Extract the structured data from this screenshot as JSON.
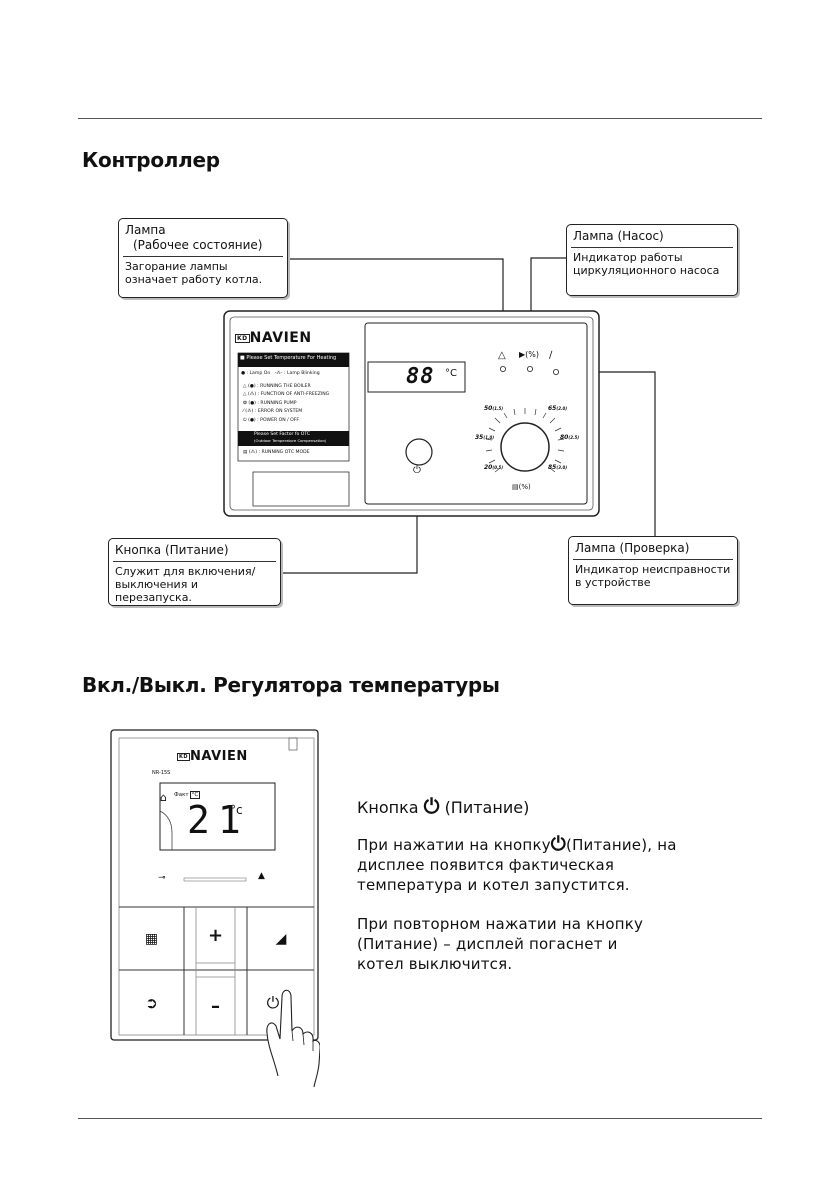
{
  "section1": {
    "heading": "Контроллер"
  },
  "callouts": {
    "lamp_status": {
      "title_line1": "Лампа",
      "title_line2": "(Рабочее состояние)",
      "desc": "Загорание лампы означает работу котла."
    },
    "lamp_pump": {
      "title": "Лампа (Насос)",
      "desc": "Индикатор работы циркуляционного насоса"
    },
    "button_power": {
      "title": "Кнопка (Питание)",
      "desc": "Служит для включения/ выключения и перезапуска."
    },
    "lamp_check": {
      "title": "Лампа (Проверка)",
      "desc": "Индикатор неисправности в устройстве"
    }
  },
  "controller": {
    "brand_badge": "KD",
    "brand": "NAVIEN",
    "panel_header": "Please Set Temperature For Heating",
    "legend_on": "● : Lamp On",
    "legend_blink": "-⁂- : Lamp Blinking",
    "legend_items": [
      "(●) : RUNNING THE BOILER",
      "(⁂) : FUNCTION OF ANTI-FREEZING",
      "(●) : RUNNING PUMP",
      "(⁂) : ERROR ON SYSTEM",
      "(●) : POWER ON / OFF"
    ],
    "otc_header": "Please Set Factor fo OTC",
    "otc_sub": "(Outdoor Temperature Compensation)",
    "otc_item": "(⁂) : RUNNING OTC MODE",
    "display_value": "88",
    "display_unit": "°C",
    "dial_labels": [
      "50",
      "(1.5)",
      "65",
      "(2.0)",
      "35",
      "(1.0)",
      "80",
      "(2.5)",
      "20",
      "(0.5)",
      "85",
      "(3.0)"
    ],
    "dial_footer": "(%)"
  },
  "section2": {
    "heading": "Вкл./Выкл. Регулятора температуры"
  },
  "remote": {
    "brand_badge": "KD",
    "brand": "NAVIEN",
    "model": "NR-15S",
    "fact_label": "Факт",
    "fact_unit": "°C",
    "temp": "21",
    "unit": "°c",
    "btn_plus": "+",
    "btn_minus": "–"
  },
  "instructions": {
    "title_prefix": "Кнопка",
    "title_suffix": "(Питание)",
    "p1_a": "При нажатии на кнопку",
    "p1_b": "(Питание), на",
    "p1_line2": "дисплее появится фактическая",
    "p1_line3": "температура  и котел запустится.",
    "p2_line1": "При повторном нажатии на кнопку",
    "p2_line2": "(Питание)  – дисплей погаснет и",
    "p2_line3": "котел выключится."
  }
}
